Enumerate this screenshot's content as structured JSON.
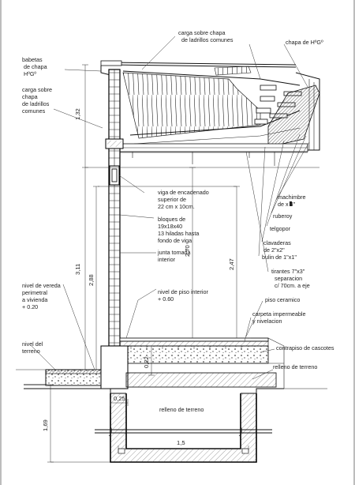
{
  "labels": {
    "babetas": [
      "babetas",
      "de chapa",
      "HºGº"
    ],
    "carga_left": [
      "carga sobre",
      "chapa",
      "de ladrillos",
      "comunes"
    ],
    "carga_top": [
      "carga sobre chapa",
      "de ladrillos comunes"
    ],
    "chapa_hg": "chapa de HºGº",
    "viga": [
      "viga de encadenado",
      "superior de",
      "22 cm x 10cm."
    ],
    "bloques": [
      "bloques  de",
      "19x18x40",
      "13 hiladas hasta",
      "fondo de viga"
    ],
    "junta": [
      "junta tomada",
      "interior"
    ],
    "nivel_piso": [
      "nivel de piso interior",
      "+ 0.60"
    ],
    "nivel_vereda": [
      "nivel de vereda",
      "perimetral",
      "a vivienda",
      "+ 0.20"
    ],
    "nivel_terreno": [
      "nivel del",
      "terreno"
    ],
    "machimbre": [
      "machimbre",
      "de   x 4\""
    ],
    "ruberoy": "ruberoy",
    "telgopor": "telgopor",
    "clavaderas": [
      "clavaderas",
      "de 2\"x2\""
    ],
    "bulin": "bulin de 1\"x1\"",
    "tirantes": [
      "tirantes 7\"x3\"",
      "separacion",
      "c/ 70cm. a eje"
    ],
    "piso_ceramico": "piso ceramico",
    "carpeta": [
      "carpeta impermeable",
      "y nivelacion"
    ],
    "contrapiso": "contrapiso de cascotes",
    "relleno_right": "relleno de terreno",
    "relleno_bottom": "relleno de terreno"
  },
  "dimensions": {
    "d132": "1,32",
    "d311": "3,11",
    "d288": "2,88",
    "d270": "2,70",
    "d247": "2,47",
    "d022": "0,22",
    "d025": "0,25",
    "d169": "1,69",
    "d15": "1,5"
  }
}
